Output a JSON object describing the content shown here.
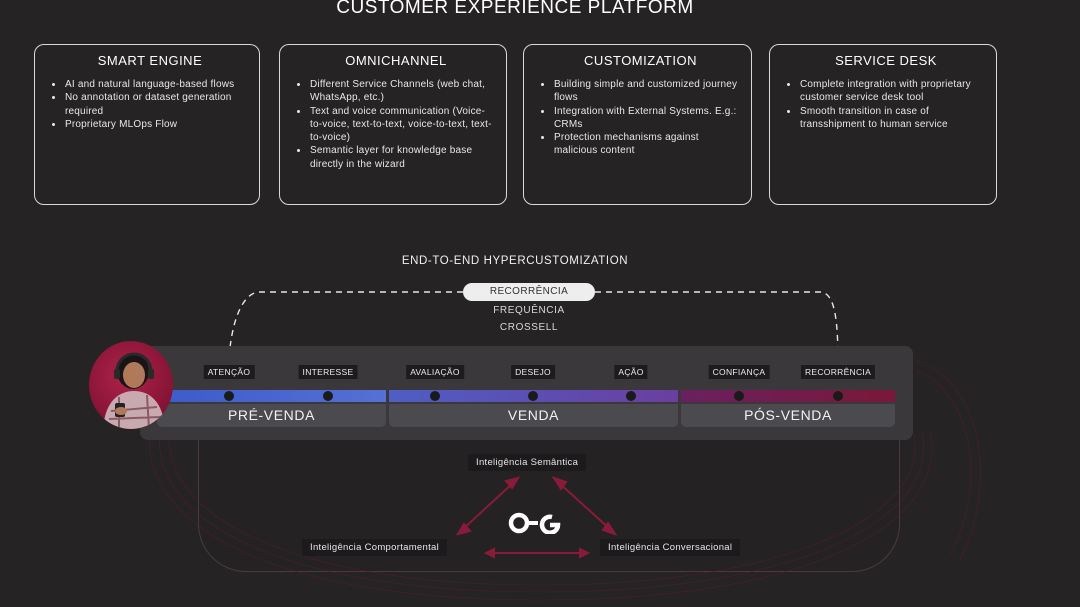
{
  "title": "CUSTOMER EXPERIENCE PLATFORM",
  "cards": [
    {
      "heading": "SMART ENGINE",
      "items": [
        "AI and natural language-based flows",
        "No annotation or dataset generation required",
        "Proprietary MLOps Flow"
      ]
    },
    {
      "heading": "OMNICHANNEL",
      "items": [
        "Different Service Channels (web chat, WhatsApp, etc.)",
        "Text and voice communication (Voice-to-voice, text-to-text, voice-to-text, text-to-voice)",
        "Semantic layer for knowledge base directly in the wizard"
      ]
    },
    {
      "heading": "CUSTOMIZATION",
      "items": [
        "Building simple and customized journey flows",
        "Integration with External Systems. E.g.: CRMs",
        "Protection mechanisms against malicious content"
      ]
    },
    {
      "heading": "SERVICE DESK",
      "items": [
        "Complete integration with proprietary customer service desk tool",
        "Smooth transition in case of transshipment to human service"
      ]
    }
  ],
  "subtitle": "END-TO-END HYPERCUSTOMIZATION",
  "loop": {
    "pill": "RECORRÊNCIA",
    "line1": "FREQUÊNCIA",
    "line2": "CROSSELL"
  },
  "stages": [
    "ATENÇÃO",
    "INTERESSE",
    "AVALIAÇÃO",
    "DESEJO",
    "AÇÃO",
    "CONFIANÇA",
    "RECORRÊNCIA"
  ],
  "phases": [
    "PRÉ-VENDA",
    "VENDA",
    "PÓS-VENDA"
  ],
  "nodes": {
    "semantic": "Inteligência Semântica",
    "behavioral": "Inteligência Comportamental",
    "conversational": "Inteligência Conversacional"
  },
  "colors": {
    "background": "#262324",
    "prevenda_bar": "#4a63c9",
    "venda_bar": "#5a4fa8",
    "posvenda_bar": "#7a1838",
    "accent_arrows": "#8a1a3a"
  },
  "icons": {
    "logo": "og-logo",
    "avatar": "customer-avatar-with-headphones"
  }
}
